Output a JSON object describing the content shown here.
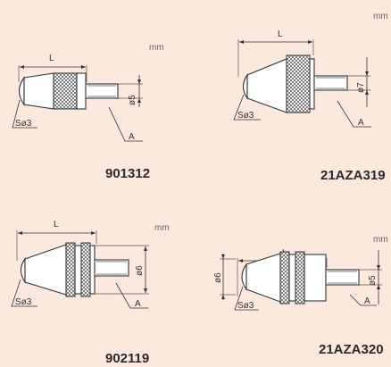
{
  "unit_label": "mm",
  "probes": [
    {
      "part_number": "901312",
      "length_label": "L",
      "sphere_label": "Sø3",
      "diameter_label": "ø5",
      "anvil_label": "A"
    },
    {
      "part_number": "21AZA319",
      "length_label": "L",
      "sphere_label": "Sø3",
      "diameter_label": "ø7",
      "anvil_label": "A"
    },
    {
      "part_number": "902119",
      "length_label": "L",
      "sphere_label": "Sø3",
      "diameter_label": "ø6",
      "anvil_label": "A"
    },
    {
      "part_number": "21AZA320",
      "length_label": "L",
      "sphere_label": "Sø3",
      "diameter_label": "ø5",
      "extra_diameter_label": "ø6",
      "anvil_label": "A"
    }
  ],
  "colors": {
    "background": "#fbe9dd",
    "line": "#333333"
  }
}
